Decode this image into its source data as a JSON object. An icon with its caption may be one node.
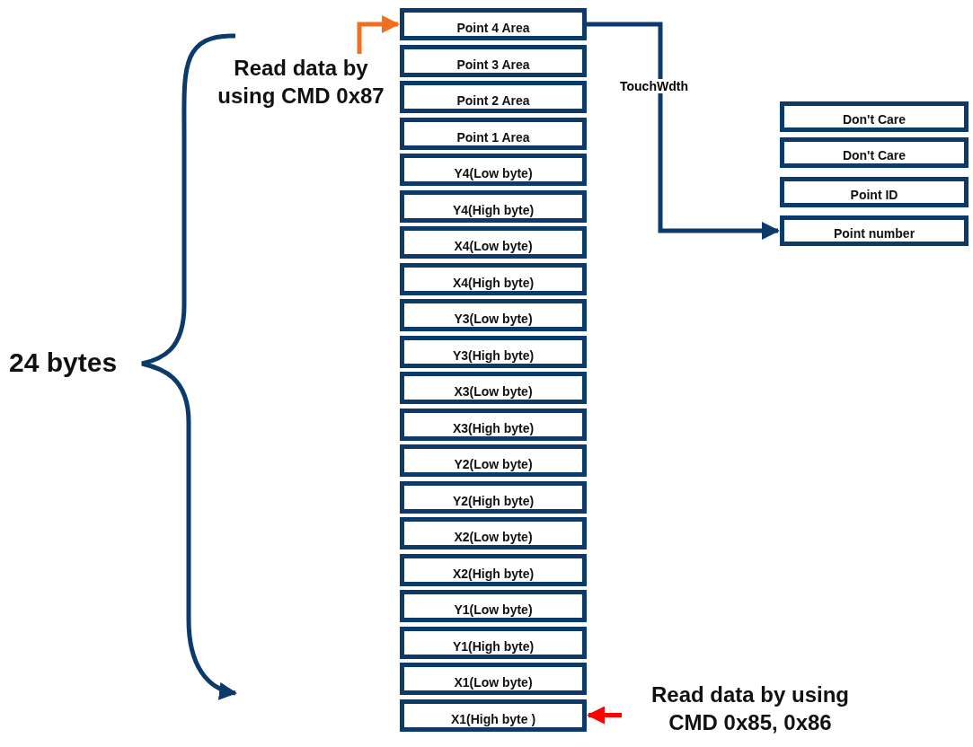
{
  "diagram": {
    "nodes": [
      {
        "text": [
          "Point 4 Area"
        ]
      },
      {
        "text": [
          "Point 3 Area"
        ]
      },
      {
        "text": [
          "Point 2 Area"
        ]
      },
      {
        "text": [
          "Point 1 Area"
        ]
      },
      {
        "text": [
          "Y4(Low byte)"
        ]
      },
      {
        "text": [
          "Y4(High byte)"
        ]
      },
      {
        "text": [
          "X4(Low byte)"
        ]
      },
      {
        "text": [
          "X4(High byte)"
        ]
      },
      {
        "text": [
          "Y3(Low byte)"
        ]
      },
      {
        "text": [
          "Y3(High byte)"
        ]
      },
      {
        "text": [
          "X3(Low byte)"
        ]
      },
      {
        "text": [
          "X3(High byte)"
        ]
      },
      {
        "text": [
          "Y2(Low byte)"
        ]
      },
      {
        "text": [
          "Y2(High byte)"
        ]
      },
      {
        "text": [
          "X2(Low byte)"
        ]
      },
      {
        "text": [
          "X2(High byte)"
        ]
      },
      {
        "text": [
          "Y1(Low byte)"
        ]
      },
      {
        "text": [
          "Y1(High byte)"
        ]
      },
      {
        "text": [
          "X1(Low byte)"
        ]
      },
      {
        "text": [
          "X1(High byte )"
        ]
      },
      {
        "text": [
          "Don't Care"
        ]
      },
      {
        "text": [
          "Don't Care"
        ]
      },
      {
        "text": [
          "Point ID"
        ]
      },
      {
        "text": [
          "Point number"
        ]
      },
      {
        "text": [
          "Read data by using CMD 0x87"
        ]
      },
      {
        "text": [
          "Read data by using CMD 0x85, 0x86"
        ]
      }
    ],
    "edges": [
      {
        "from": 24,
        "to": 0,
        "arrow": "to",
        "color": "#f07020"
      },
      {
        "from": 25,
        "to": 19,
        "arrow": "to",
        "color": "#ff0000"
      },
      {
        "from": 0,
        "to": 23,
        "arrow": "to",
        "label": "TouchWdth",
        "color": "#0b3a6b"
      }
    ],
    "labels": [
      "24 bytes"
    ]
  }
}
